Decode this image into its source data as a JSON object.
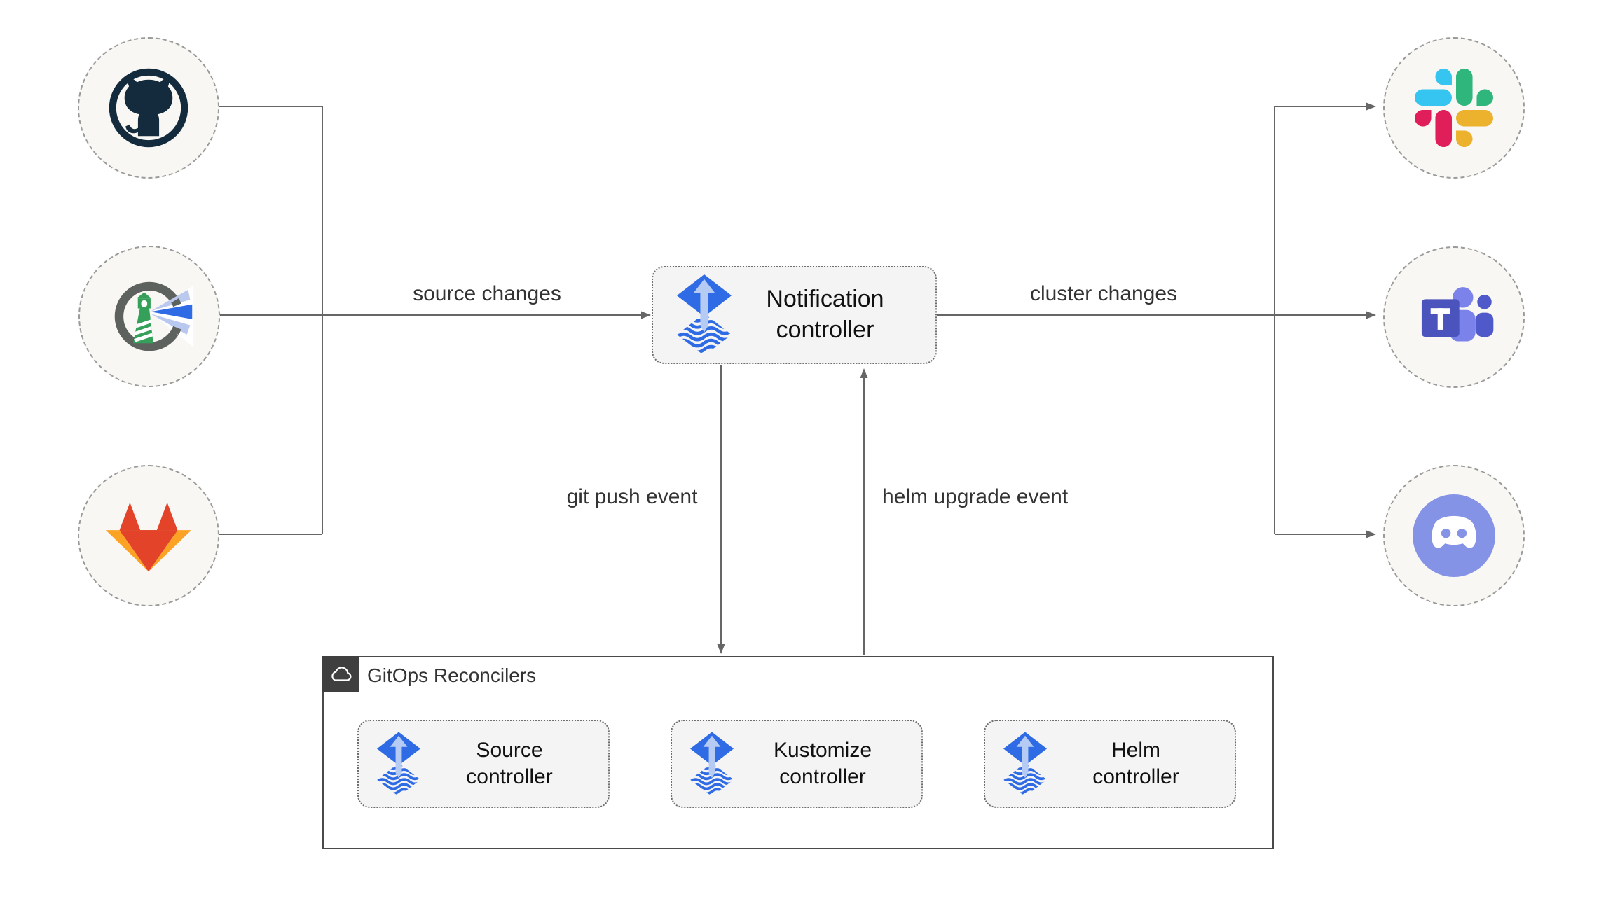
{
  "diagram": {
    "notification_controller": {
      "label": "Notification controller",
      "icon": "flux-icon"
    },
    "edge_labels": {
      "source_changes": "source changes",
      "cluster_changes": "cluster changes",
      "git_push_event": "git push event",
      "helm_upgrade_event": "helm upgrade event"
    },
    "sources": [
      {
        "id": "github",
        "icon": "github-icon"
      },
      {
        "id": "harbor",
        "icon": "harbor-icon"
      },
      {
        "id": "gitlab",
        "icon": "gitlab-icon"
      }
    ],
    "notifiers": [
      {
        "id": "slack",
        "icon": "slack-icon"
      },
      {
        "id": "teams",
        "icon": "microsoft-teams-icon"
      },
      {
        "id": "discord",
        "icon": "discord-icon"
      }
    ],
    "gitops_reconcilers": {
      "title": "GitOps Reconcilers",
      "icon": "cloud-icon",
      "controllers": [
        {
          "label": "Source controller",
          "icon": "flux-icon"
        },
        {
          "label": "Kustomize controller",
          "icon": "flux-icon"
        },
        {
          "label": "Helm controller",
          "icon": "flux-icon"
        }
      ]
    },
    "colors": {
      "connector_line": "#666666",
      "node_fill": "#f8f7f3",
      "node_border": "#9a9a9a",
      "box_fill": "#f4f4f4",
      "box_border": "#6f6f6f",
      "container_border": "#4a4a4a",
      "badge_background": "#3f3f3f",
      "flux_blue": "#2f6be4",
      "flux_light_blue": "#b5cbf4",
      "slack_blue": "#36C5F0",
      "slack_green": "#2EB67D",
      "slack_yellow": "#ECB22E",
      "slack_red": "#E01E5A",
      "teams_purple": "#4b53bc",
      "teams_light_purple": "#7b83eb",
      "discord_blurple": "#8593e7",
      "github_dark": "#132b3d",
      "harbor_gray": "#5e625e",
      "harbor_green": "#35a05a",
      "gitlab_red": "#e24329",
      "gitlab_orange": "#fc6d26",
      "gitlab_yellow": "#fca326"
    }
  }
}
